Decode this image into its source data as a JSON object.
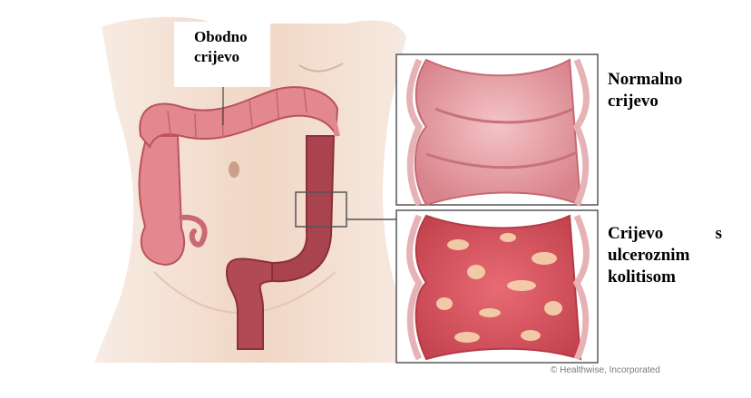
{
  "labels": {
    "colon": [
      "Obodno",
      "crijevo"
    ],
    "normal": [
      "Normalno",
      "crijevo"
    ],
    "ulcerative": {
      "line1_left": "Crijevo",
      "line1_right": "s",
      "line2": "ulceroznim",
      "line3": "kolitisom"
    }
  },
  "credit": "© Healthwise, Incorporated",
  "colors": {
    "skin": "#f2d7c6",
    "colon": "#e3888e",
    "colon_dark": "#b9535c",
    "normal_mucosa": "#e59aa2",
    "inflamed_mucosa": "#d85660",
    "ulcer": "#f6d6ae",
    "frame": "#555555"
  }
}
